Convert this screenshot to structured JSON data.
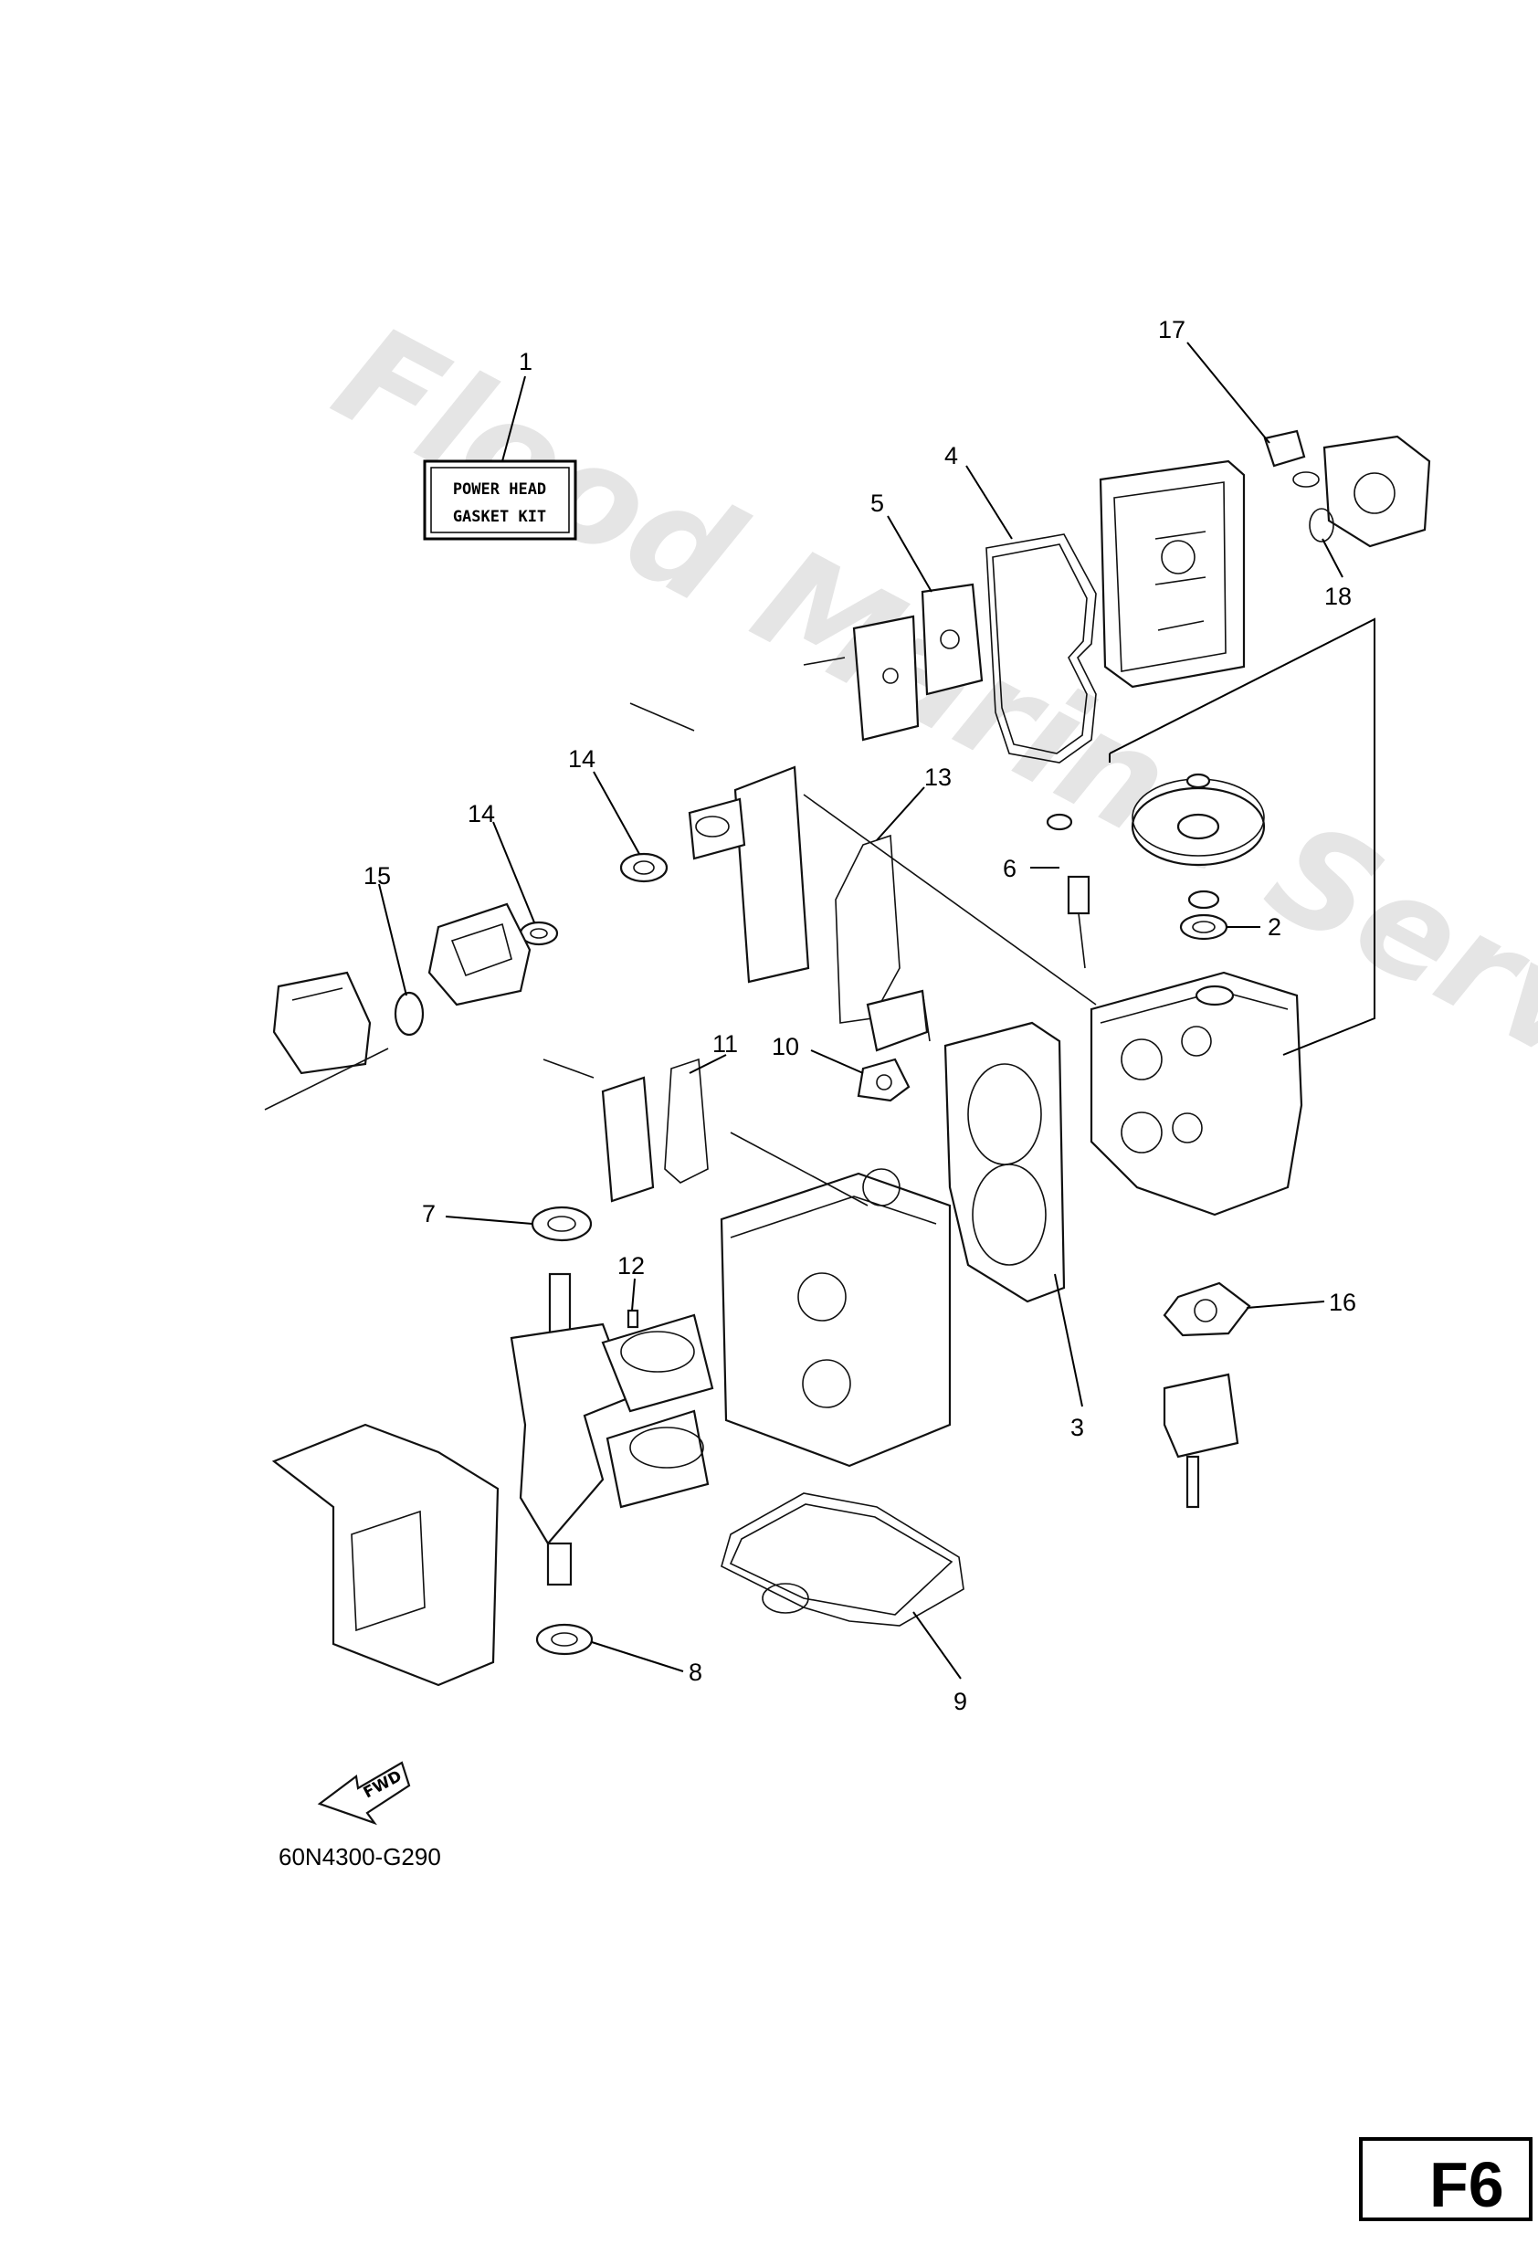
{
  "watermark": "Flood Marine Services",
  "kit_label": {
    "line1": "POWER HEAD",
    "line2": "GASKET KIT"
  },
  "fwd_label": "FWD",
  "reference_code": "60N4300-G290",
  "page_badge": "F6",
  "callouts": [
    {
      "id": "c1",
      "label": "1"
    },
    {
      "id": "c2",
      "label": "2"
    },
    {
      "id": "c3",
      "label": "3"
    },
    {
      "id": "c4",
      "label": "4"
    },
    {
      "id": "c5",
      "label": "5"
    },
    {
      "id": "c6",
      "label": "6"
    },
    {
      "id": "c7",
      "label": "7"
    },
    {
      "id": "c8",
      "label": "8"
    },
    {
      "id": "c9",
      "label": "9"
    },
    {
      "id": "c10",
      "label": "10"
    },
    {
      "id": "c11",
      "label": "11"
    },
    {
      "id": "c12",
      "label": "12"
    },
    {
      "id": "c13",
      "label": "13"
    },
    {
      "id": "c14a",
      "label": "14"
    },
    {
      "id": "c14b",
      "label": "14"
    },
    {
      "id": "c15",
      "label": "15"
    },
    {
      "id": "c16",
      "label": "16"
    },
    {
      "id": "c17",
      "label": "17"
    },
    {
      "id": "c18",
      "label": "18"
    }
  ]
}
